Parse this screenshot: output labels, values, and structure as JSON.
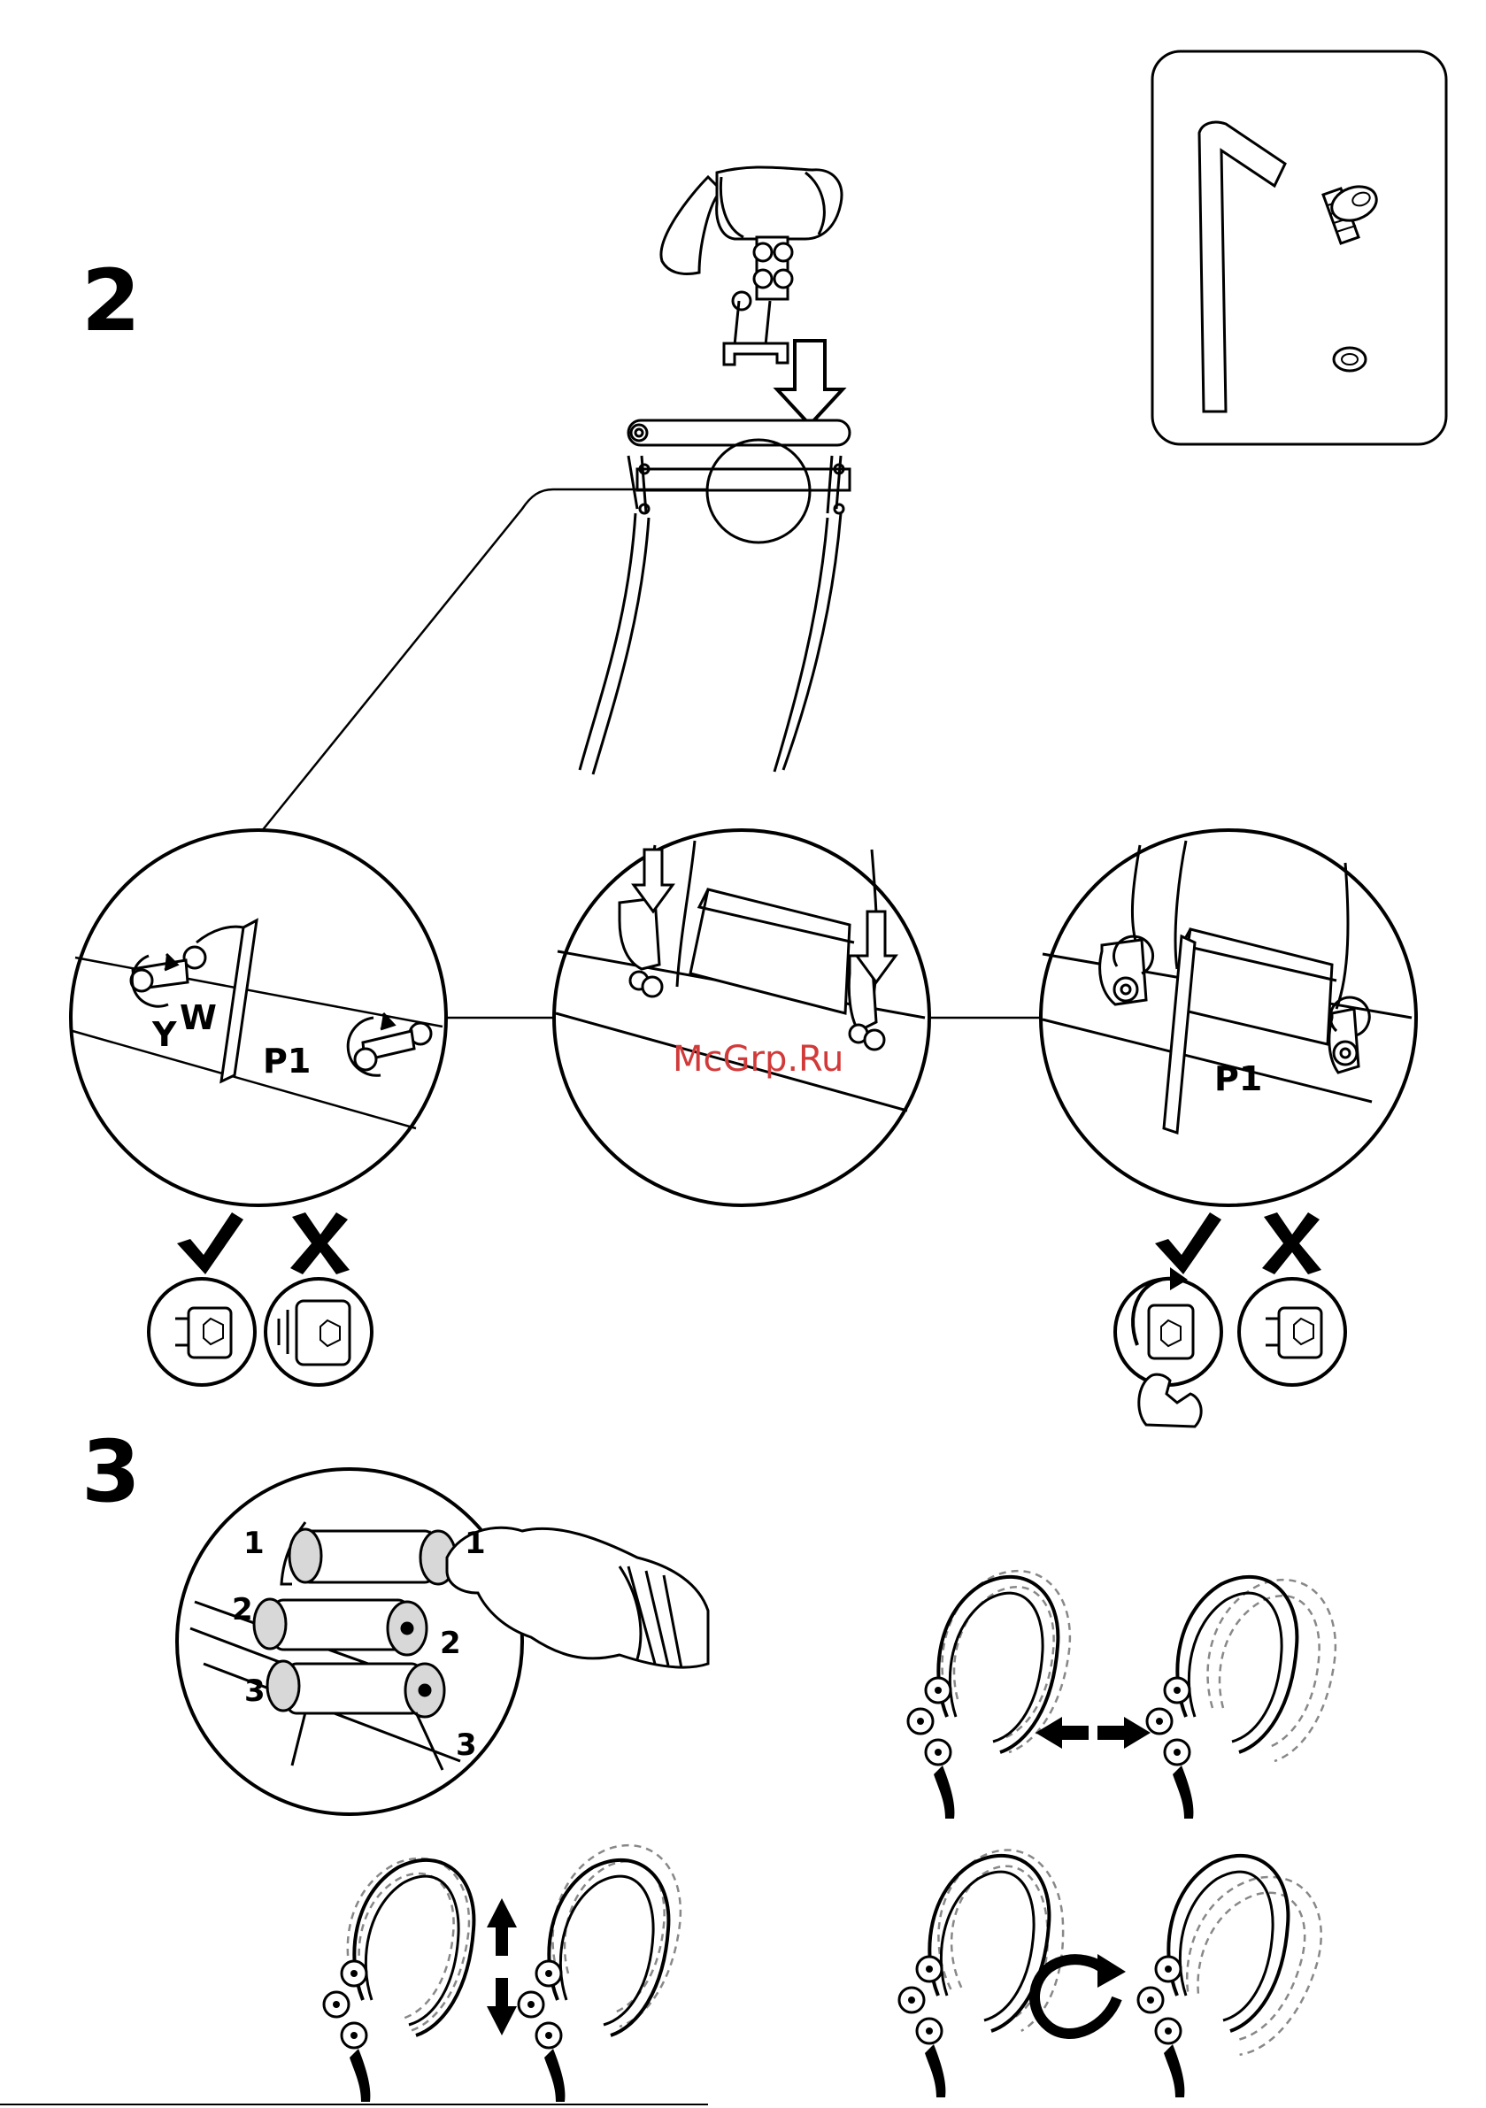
{
  "steps": [
    {
      "number": "2"
    },
    {
      "number": "3"
    }
  ],
  "part_labels": {
    "allen_key": "P1",
    "screw": "W",
    "washer": "Y"
  },
  "adjust_numbers": [
    "1",
    "1",
    "2",
    "2",
    "3",
    "3"
  ],
  "watermark": "McGrp.Ru",
  "icons": [
    "allen-key-icon",
    "screw-icon",
    "washer-icon",
    "check-icon",
    "cross-icon",
    "rotate-icon",
    "double-arrow-icon",
    "bicep-icon"
  ],
  "colors": {
    "line": "#000000",
    "background": "#ffffff",
    "watermark": "#d23a3a",
    "dashed": "#888888"
  }
}
